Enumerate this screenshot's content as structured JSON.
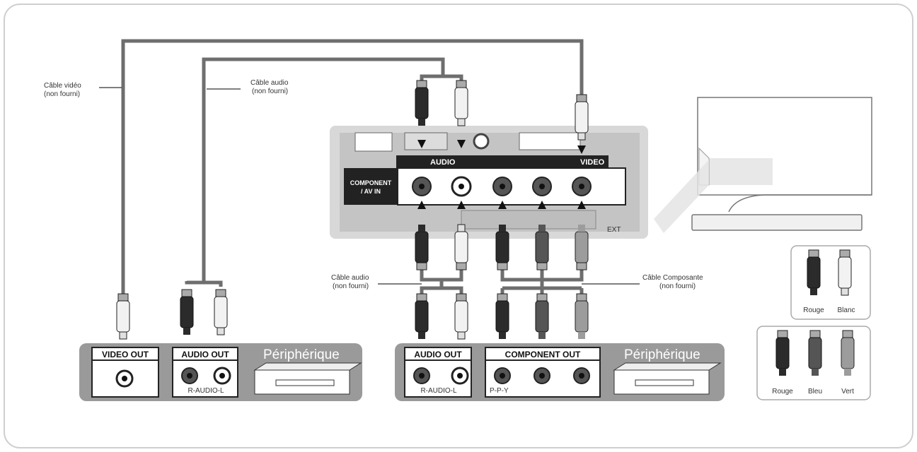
{
  "cables": {
    "video": {
      "line1": "Câble vidéo",
      "line2": "(non fourni)"
    },
    "audio_top": {
      "line1": "Câble audio",
      "line2": "(non fourni)"
    },
    "audio_mid": {
      "line1": "Câble audio",
      "line2": "(non fourni)"
    },
    "component": {
      "line1": "Câble Composante",
      "line2": "(non fourni)"
    }
  },
  "tv_panel": {
    "audio_label": "AUDIO",
    "video_label": "VIDEO",
    "input_line1": "COMPONENT",
    "input_line2": "/ AV IN",
    "ext_label": "EXT"
  },
  "devices": {
    "left": {
      "video_out": "VIDEO OUT",
      "audio_out": "AUDIO OUT",
      "audio_sub": "R-AUDIO-L",
      "device_label": "Périphérique"
    },
    "right": {
      "audio_out": "AUDIO OUT",
      "audio_sub": "R-AUDIO-L",
      "component_out": "COMPONENT OUT",
      "component_sub": "P-P-Y",
      "device_label": "Périphérique"
    }
  },
  "legend": {
    "audio": {
      "red": "Rouge",
      "white": "Blanc"
    },
    "component": {
      "red": "Rouge",
      "blue": "Bleu",
      "green": "Vert"
    }
  },
  "colors": {
    "cable": "#6e6e6e",
    "panel": "#d8d8d8",
    "device_bar": "#9a9a9a",
    "red_plug": "#2b2b2b",
    "white_plug": "#f2f2f2",
    "blue_plug": "#555555",
    "green_plug": "#9c9c9c"
  }
}
